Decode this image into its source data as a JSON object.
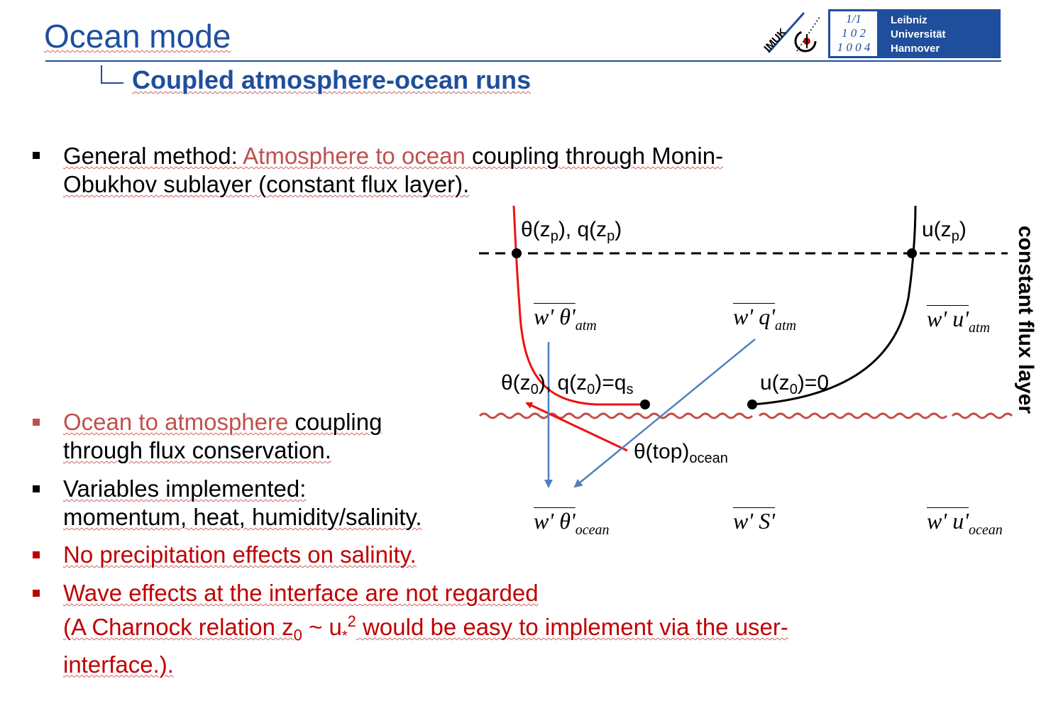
{
  "header": {
    "title": "Ocean mode",
    "subtitle": "Coupled atmosphere-ocean runs"
  },
  "logos": {
    "imuk": "IMUK",
    "luh_digits": [
      "1/1",
      "1 0 2",
      "1 0 0 4"
    ],
    "luh_name": [
      "Leibniz",
      "Universität",
      "Hannover"
    ]
  },
  "bullets": {
    "b1": {
      "lead": "General method: ",
      "highlight": "Atmosphere to ocean",
      "tail": " coupling through Monin-",
      "line2": "Obukhov sublayer (constant flux layer)."
    },
    "b2": {
      "highlight": "Ocean to atmosphere",
      "tail": " coupling",
      "line2": "through flux conservation."
    },
    "b3": {
      "line1": "Variables implemented:",
      "line2": "momentum, heat, humidity/salinity."
    },
    "b4": {
      "line1": "No precipitation effects on salinity."
    },
    "b5": {
      "line1": "Wave effects at the interface are not regarded",
      "line2_a": "(A Charnock relation z",
      "line2_sub": "0",
      "line2_b": " ~ u",
      "line2_star": "*",
      "line2_sup": "2",
      "line2_c": " would be easy to implement via the user-",
      "line3": "interface.)."
    }
  },
  "diagram": {
    "theta_zp": "θ(z",
    "theta_zp_sub": "p",
    "theta_zp_mid": "), q(z",
    "q_zp_sub": "p",
    "theta_zp_end": ")",
    "u_zp": "u(z",
    "u_zp_sub": "p",
    "u_zp_end": ")",
    "theta_z0": "θ(z",
    "theta_z0_sub": "0",
    "theta_z0_mid": "), q(z",
    "q_z0_sub": "0",
    "theta_z0_end": ")=q",
    "qs_sub": "s",
    "u_z0": "u(z",
    "u_z0_sub": "0",
    "u_z0_end": ")=0",
    "theta_top": "θ(top)",
    "theta_top_sub": "ocean",
    "constant_flux_layer": "constant flux layer",
    "flux_wtheta_atm": "w' θ'",
    "flux_wtheta_atm_sub": "atm",
    "flux_wq_atm": "w' q'",
    "flux_wq_atm_sub": "atm",
    "flux_wu_atm": "w' u'",
    "flux_wu_atm_sub": "atm",
    "flux_wtheta_ocean": "w' θ'",
    "flux_wtheta_ocean_sub": "ocean",
    "flux_ws": "w' S'",
    "flux_wu_ocean": "w' u'",
    "flux_wu_ocean_sub": "ocean"
  },
  "colors": {
    "title_blue": "#1f4e9c",
    "red_text": "#c00000",
    "rose_text": "#c0504d",
    "arrow_blue": "#4f81bd",
    "surface_wave": "#c0504d"
  }
}
